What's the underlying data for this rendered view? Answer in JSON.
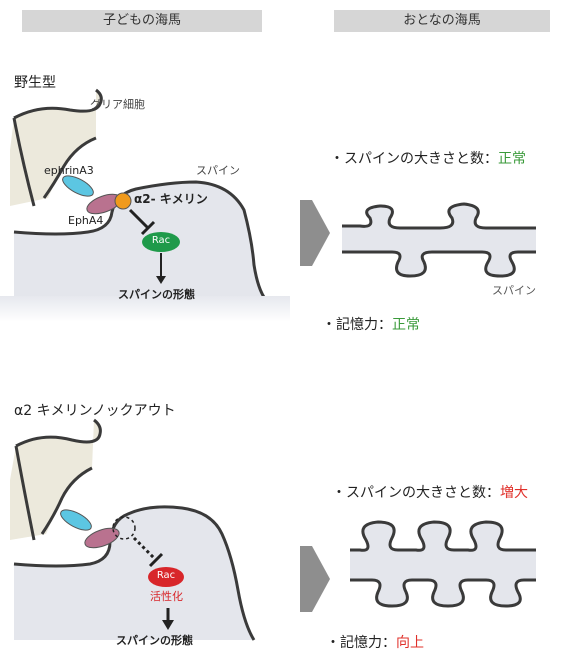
{
  "headers": {
    "child": "子どもの海馬",
    "adult": "おとなの海馬"
  },
  "wild": {
    "title": "野生型",
    "glia": "グリア細胞",
    "spine": "スパイン",
    "ephrin": "ephrinA3",
    "epha4": "EphA4",
    "chimaerin": "α2- キメリン",
    "rac": "Rac",
    "formation": "スパインの形態",
    "size_label": "・スパインの大きさと数：",
    "size_value": "正常",
    "adult_spine": "スパイン",
    "memory_label": "・記憶力：",
    "memory_value": "正常"
  },
  "knockout": {
    "title": "α2 キメリンノックアウト",
    "rac": "Rac",
    "activation": "活性化",
    "formation": "スパインの形態",
    "size_label": "・スパインの大きさと数：",
    "size_value": "増大",
    "memory_label": "・記憶力：",
    "memory_value": "向上"
  },
  "colors": {
    "normal": "#3a9a3a",
    "increase": "#e0302a",
    "rac_wt": "#1f9a4a",
    "rac_ko": "#d8262a"
  }
}
